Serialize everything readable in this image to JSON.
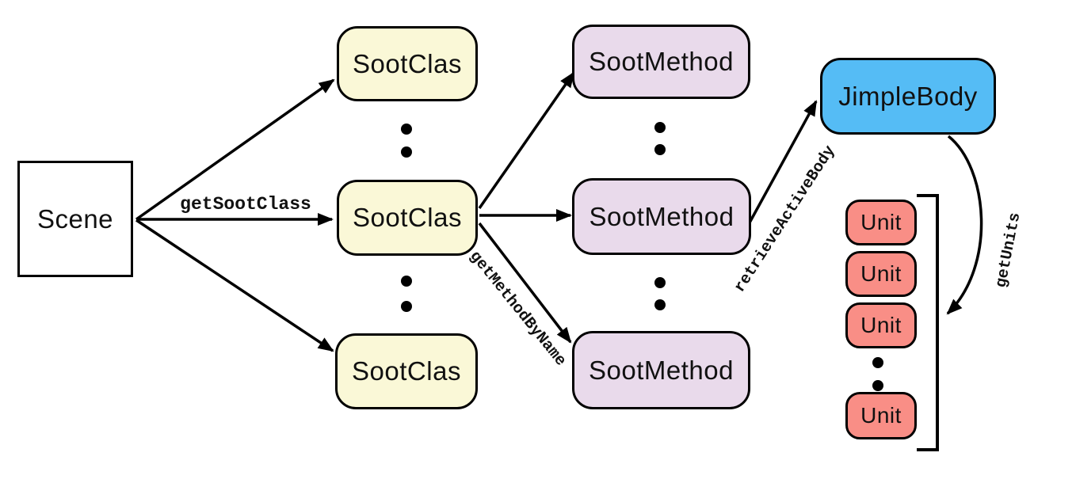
{
  "colors": {
    "background": "#FFFFFF",
    "stroke": "#000000",
    "text": "#111111",
    "scene_fill": "#FFFFFF",
    "sootclas_fill": "#FAF8D7",
    "sootmethod_fill": "#E9DAEB",
    "jimplebody_fill": "#55BCF5",
    "unit_fill": "#F98E86"
  },
  "nodes": {
    "scene": {
      "label": "Scene"
    },
    "sootclas_top": {
      "label": "SootClas"
    },
    "sootclas_mid": {
      "label": "SootClas"
    },
    "sootclas_bottom": {
      "label": "SootClas"
    },
    "sootmethod_top": {
      "label": "SootMethod"
    },
    "sootmethod_mid": {
      "label": "SootMethod"
    },
    "sootmethod_bottom": {
      "label": "SootMethod"
    },
    "jimplebody": {
      "label": "JimpleBody"
    },
    "unit_1": {
      "label": "Unit"
    },
    "unit_2": {
      "label": "Unit"
    },
    "unit_3": {
      "label": "Unit"
    },
    "unit_4": {
      "label": "Unit"
    }
  },
  "edges": {
    "get_soot_class": {
      "label": "getSootClass"
    },
    "get_method_by_name": {
      "label": "getMethodByName"
    },
    "retrieve_active_body": {
      "label": "retrieveActiveBody"
    },
    "get_units": {
      "label": "getUnits"
    }
  }
}
